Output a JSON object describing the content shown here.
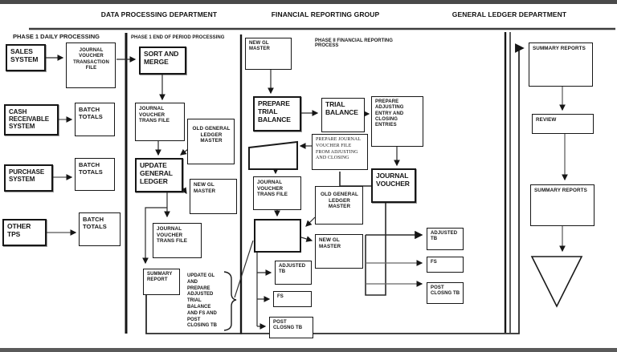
{
  "headers": {
    "col1": "DATA PROCESSING DEPARTMENT",
    "col2": "FINANCIAL REPORTING GROUP",
    "col3": "GENERAL LEDGER DEPARTMENT"
  },
  "sections": {
    "phase1_daily": "PHASE 1 DAILY PROCESSING",
    "phase1_eop": "PHASE 1 END OF PERIOD PROCESSING",
    "phase2": "PHASE II FINANCIAL REPORTING\nPROCESS"
  },
  "nodes": {
    "sales_system": {
      "label": "SALES\nSYSTEM"
    },
    "jv_transaction_file": {
      "label": "JOURNAL\nVOUCHER\nTRANSACTION FILE"
    },
    "cash_receivable_system": {
      "label": "CASH\nRECEIVABLE\nSYSTEM"
    },
    "batch_totals_1": {
      "label": "BATCH\nTOTALS"
    },
    "purchase_system": {
      "label": "PURCHASE\nSYSTEM"
    },
    "batch_totals_2": {
      "label": "BATCH\nTOTALS"
    },
    "other_tps": {
      "label": "OTHER\nTPS"
    },
    "batch_totals_3": {
      "label": "BATCH\nTOTALS"
    },
    "sort_and_merge": {
      "label": "SORT AND\nMERGE"
    },
    "jv_trans_file_dp1": {
      "label": "JOURNAL\nVOUCHER\nTRANS FILE"
    },
    "old_gl_master_dp": {
      "label": "OLD GENERAL\nLEDGER\nMASTER"
    },
    "update_general_ledger": {
      "label": "UPDATE\nGENERAL\nLEDGER"
    },
    "new_gl_master_dp": {
      "label": "NEW GL\nMASTER"
    },
    "jv_trans_file_dp2": {
      "label": "JOURNAL\nVOUCHER\nTRANS FILE"
    },
    "summary_report_dp": {
      "label": "SUMMARY\nREPORT"
    },
    "new_gl_master_fr_top": {
      "label": "NEW GL\nMASTER"
    },
    "prepare_trial_balance": {
      "label": "PREPARE\nTRIAL\nBALANCE"
    },
    "trial_balance": {
      "label": "TRIAL\nBALANCE"
    },
    "prepare_adjusting_entries": {
      "label": "PREPARE ADJUSTING\nENTRY AND CLOSING\nENTRIES"
    },
    "prepare_jv_file_note": {
      "label": "PREPARE JOURNAL\nVOUCHER FILE\nFROM ADJUSTING\nAND CLOSING"
    },
    "journal_voucher": {
      "label": "JOURNAL\nVOUCHER"
    },
    "jv_trans_file_fr": {
      "label": "JOURNAL\nVOUCHER\nTRANS FILE"
    },
    "old_gl_master_fr": {
      "label": "OLD GENERAL\nLEDGER\nMASTER"
    },
    "unlabeled_process": {
      "label": ""
    },
    "new_gl_master_fr2": {
      "label": "NEW GL\nMASTER"
    },
    "adjusted_tb_left": {
      "label": "ADJUSTED\nTB"
    },
    "fs_left": {
      "label": "FS"
    },
    "post_closing_tb_left": {
      "label": "POST\nCLOSNG TB"
    },
    "adjusted_tb_right": {
      "label": "ADJUSTED\nTB"
    },
    "fs_right": {
      "label": "FS"
    },
    "post_closing_tb_right": {
      "label": "POST\nCLOSNG TB"
    },
    "summary_reports_1": {
      "label": "SUMMARY REPORTS"
    },
    "review": {
      "label": "REVIEW"
    },
    "summary_reports_2": {
      "label": "SUMMARY REPORTS"
    }
  },
  "annotation": {
    "text": "UPDATE GL\nAND\nPREPARE\nADJUSTED\nTRIAL\nBALANCE\nAND FS AND\nPOST\nCLOSING TB"
  },
  "colors": {
    "line": "#1a1a1a",
    "chrome_bar": "#4a4a4a",
    "background": "#ffffff"
  }
}
